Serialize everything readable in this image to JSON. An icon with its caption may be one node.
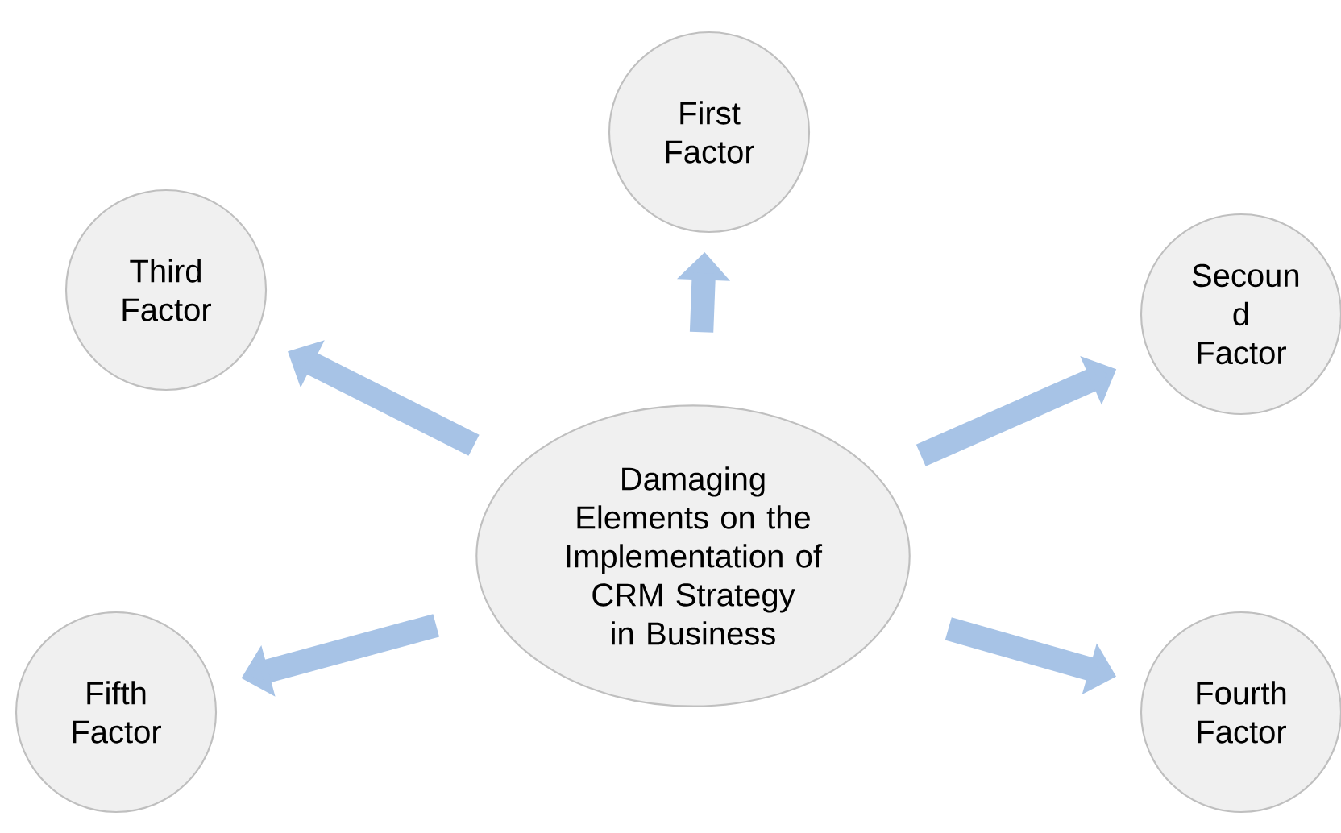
{
  "diagram": {
    "nodes": [
      {
        "text": [
          "First Factor"
        ]
      },
      {
        "text": [
          "Third Factor"
        ]
      },
      {
        "text": [
          "Secoun d Factor"
        ]
      },
      {
        "text": [
          "Damaging Elements on the Implementation of CRM Strategy in Business"
        ]
      },
      {
        "text": [
          "Fifth Factor"
        ]
      },
      {
        "text": [
          "Fourth Factor"
        ]
      }
    ],
    "edges": [
      {
        "from": 3,
        "to": 0,
        "arrow": "to"
      },
      {
        "from": 3,
        "to": 1,
        "arrow": "to"
      },
      {
        "from": 3,
        "to": 2,
        "arrow": "to"
      },
      {
        "from": 3,
        "to": 4,
        "arrow": "to"
      },
      {
        "from": 3,
        "to": 5,
        "arrow": "to"
      }
    ]
  }
}
